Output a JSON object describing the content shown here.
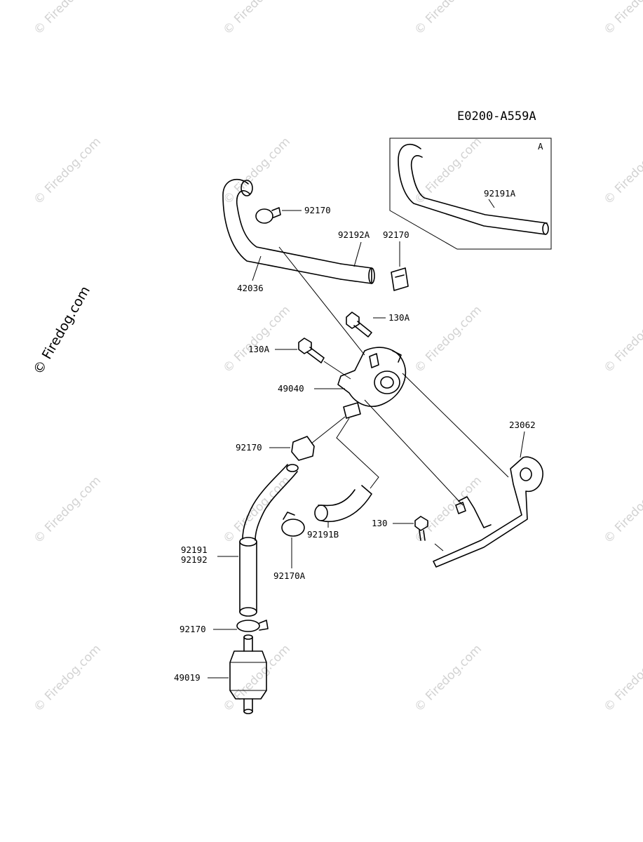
{
  "diagram_code": "E0200-A559A",
  "inset_marker": "A",
  "watermark_text": "© Firedog.com",
  "watermark_main": "© Firedog.com",
  "labels": {
    "p92170_top": "92170",
    "p92192A": "92192A",
    "p92170_cap": "92170",
    "p42036": "42036",
    "p92191A": "92191A",
    "p130A_right": "130A",
    "p130A_left": "130A",
    "p49040": "49040",
    "p23062": "23062",
    "p92170_mid": "92170",
    "p130": "130",
    "p92191": "92191",
    "p92192": "92192",
    "p92170A": "92170A",
    "p92191B": "92191B",
    "p92170_low": "92170",
    "p49019": "49019"
  }
}
